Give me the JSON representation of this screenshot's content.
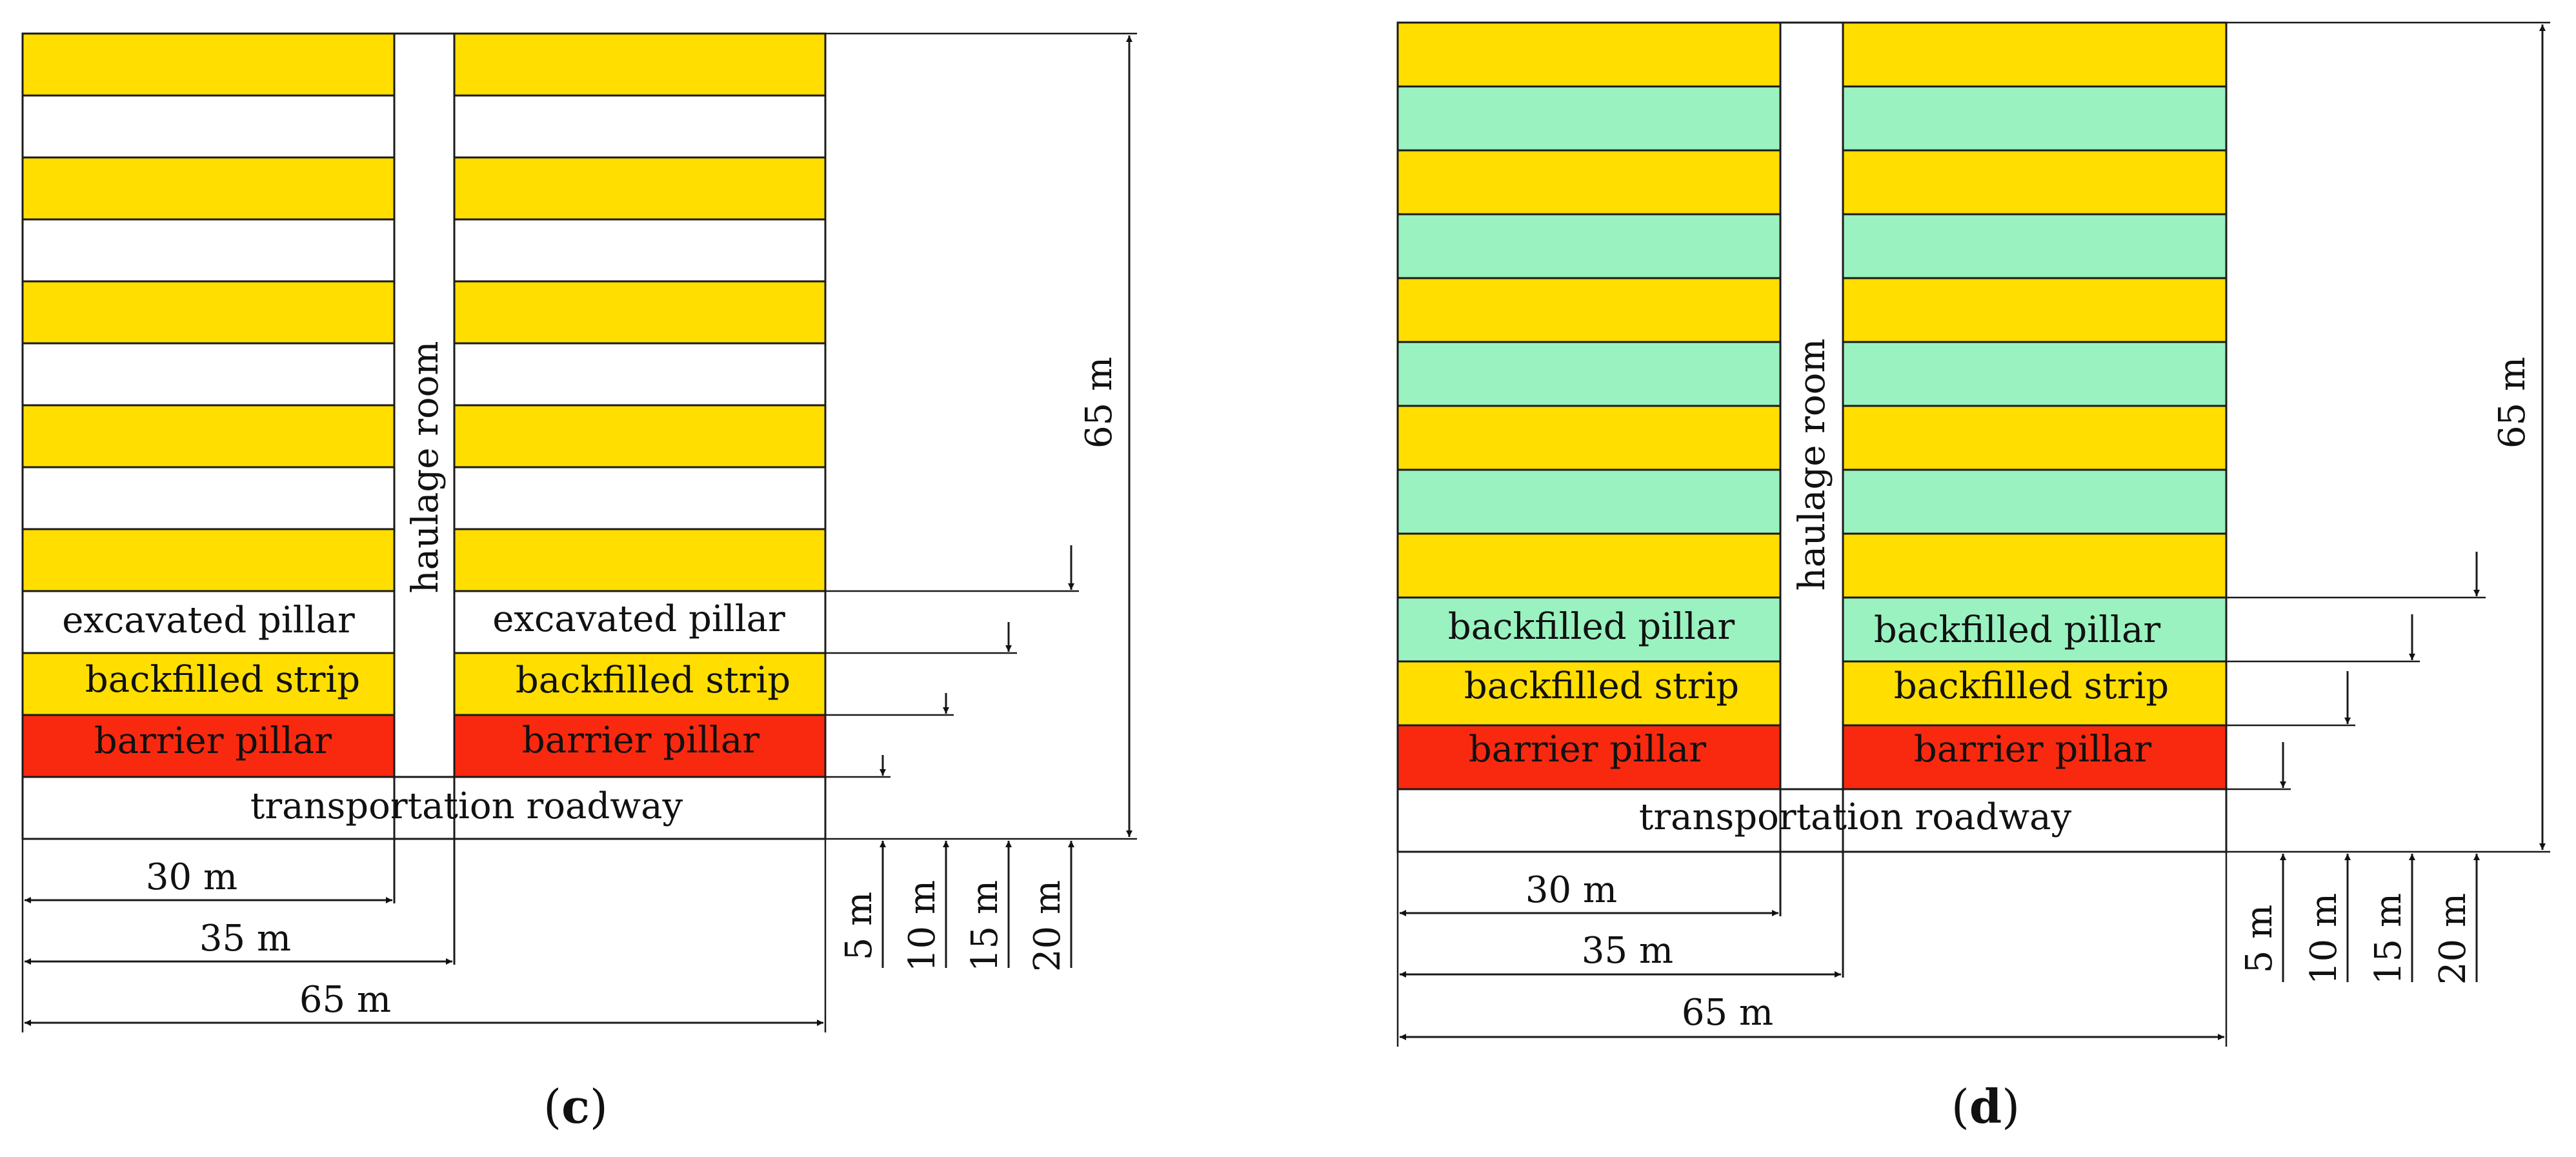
{
  "colors": {
    "yellow": "#FFDE00",
    "green": "#99F2C0",
    "red": "#F8290F",
    "white": "#FFFFFF",
    "stroke": "#1a1a1a"
  },
  "panel_c": {
    "caption_letter": "c",
    "labels": {
      "haulage_room": "haulage room",
      "excavated_left": "excavated pillar",
      "excavated_right": "excavated pillar",
      "backfilled_strip_left": "backfilled strip",
      "backfilled_strip_right": "backfilled strip",
      "barrier_left": "barrier pillar",
      "barrier_right": "barrier pillar",
      "roadway": "transportation roadway"
    },
    "dims": {
      "w30": "30 m",
      "w35": "35 m",
      "w65": "65 m",
      "h65": "65 m",
      "h5": "5 m",
      "h10": "10 m",
      "h15": "15 m",
      "h20": "20 m"
    }
  },
  "panel_d": {
    "caption_letter": "d",
    "labels": {
      "haulage_room": "haulage room",
      "backfilled_pillar_left": "backfilled pillar",
      "backfilled_pillar_right": "backfilled pillar",
      "backfilled_strip_left": "backfilled strip",
      "backfilled_strip_right": "backfilled strip",
      "barrier_left": "barrier pillar",
      "barrier_right": "barrier pillar",
      "roadway": "transportation roadway"
    },
    "dims": {
      "w30": "30 m",
      "w35": "35 m",
      "w65": "65 m",
      "h65": "65 m",
      "h5": "5 m",
      "h10": "10 m",
      "h15": "15 m",
      "h20": "20 m"
    }
  }
}
